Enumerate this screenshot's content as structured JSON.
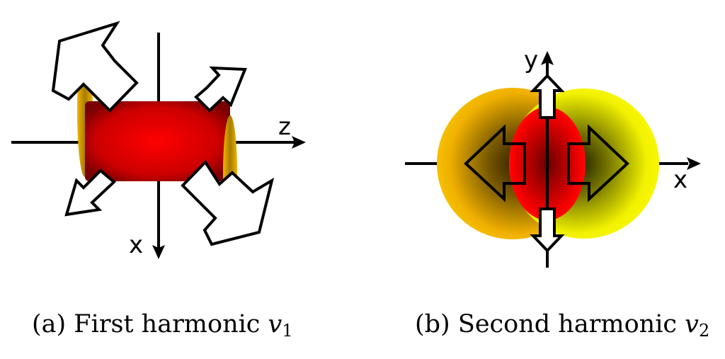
{
  "panels": [
    {
      "id": "a",
      "caption_label": "(a) First harmonic",
      "caption_symbol": "v",
      "caption_subscript": "1",
      "axes": {
        "horizontal": "z",
        "vertical": "x"
      },
      "colors": {
        "core": "#ff0000",
        "core_edge": "#8b0000",
        "caps": "#f2b400"
      }
    },
    {
      "id": "b",
      "caption_label": "(b) Second harmonic",
      "caption_symbol": "v",
      "caption_subscript": "2",
      "axes": {
        "horizontal": "x",
        "vertical": "y"
      },
      "colors": {
        "core": "#ff0000",
        "left_lobe": "#f0b000",
        "right_lobe": "#f2f200"
      }
    }
  ]
}
